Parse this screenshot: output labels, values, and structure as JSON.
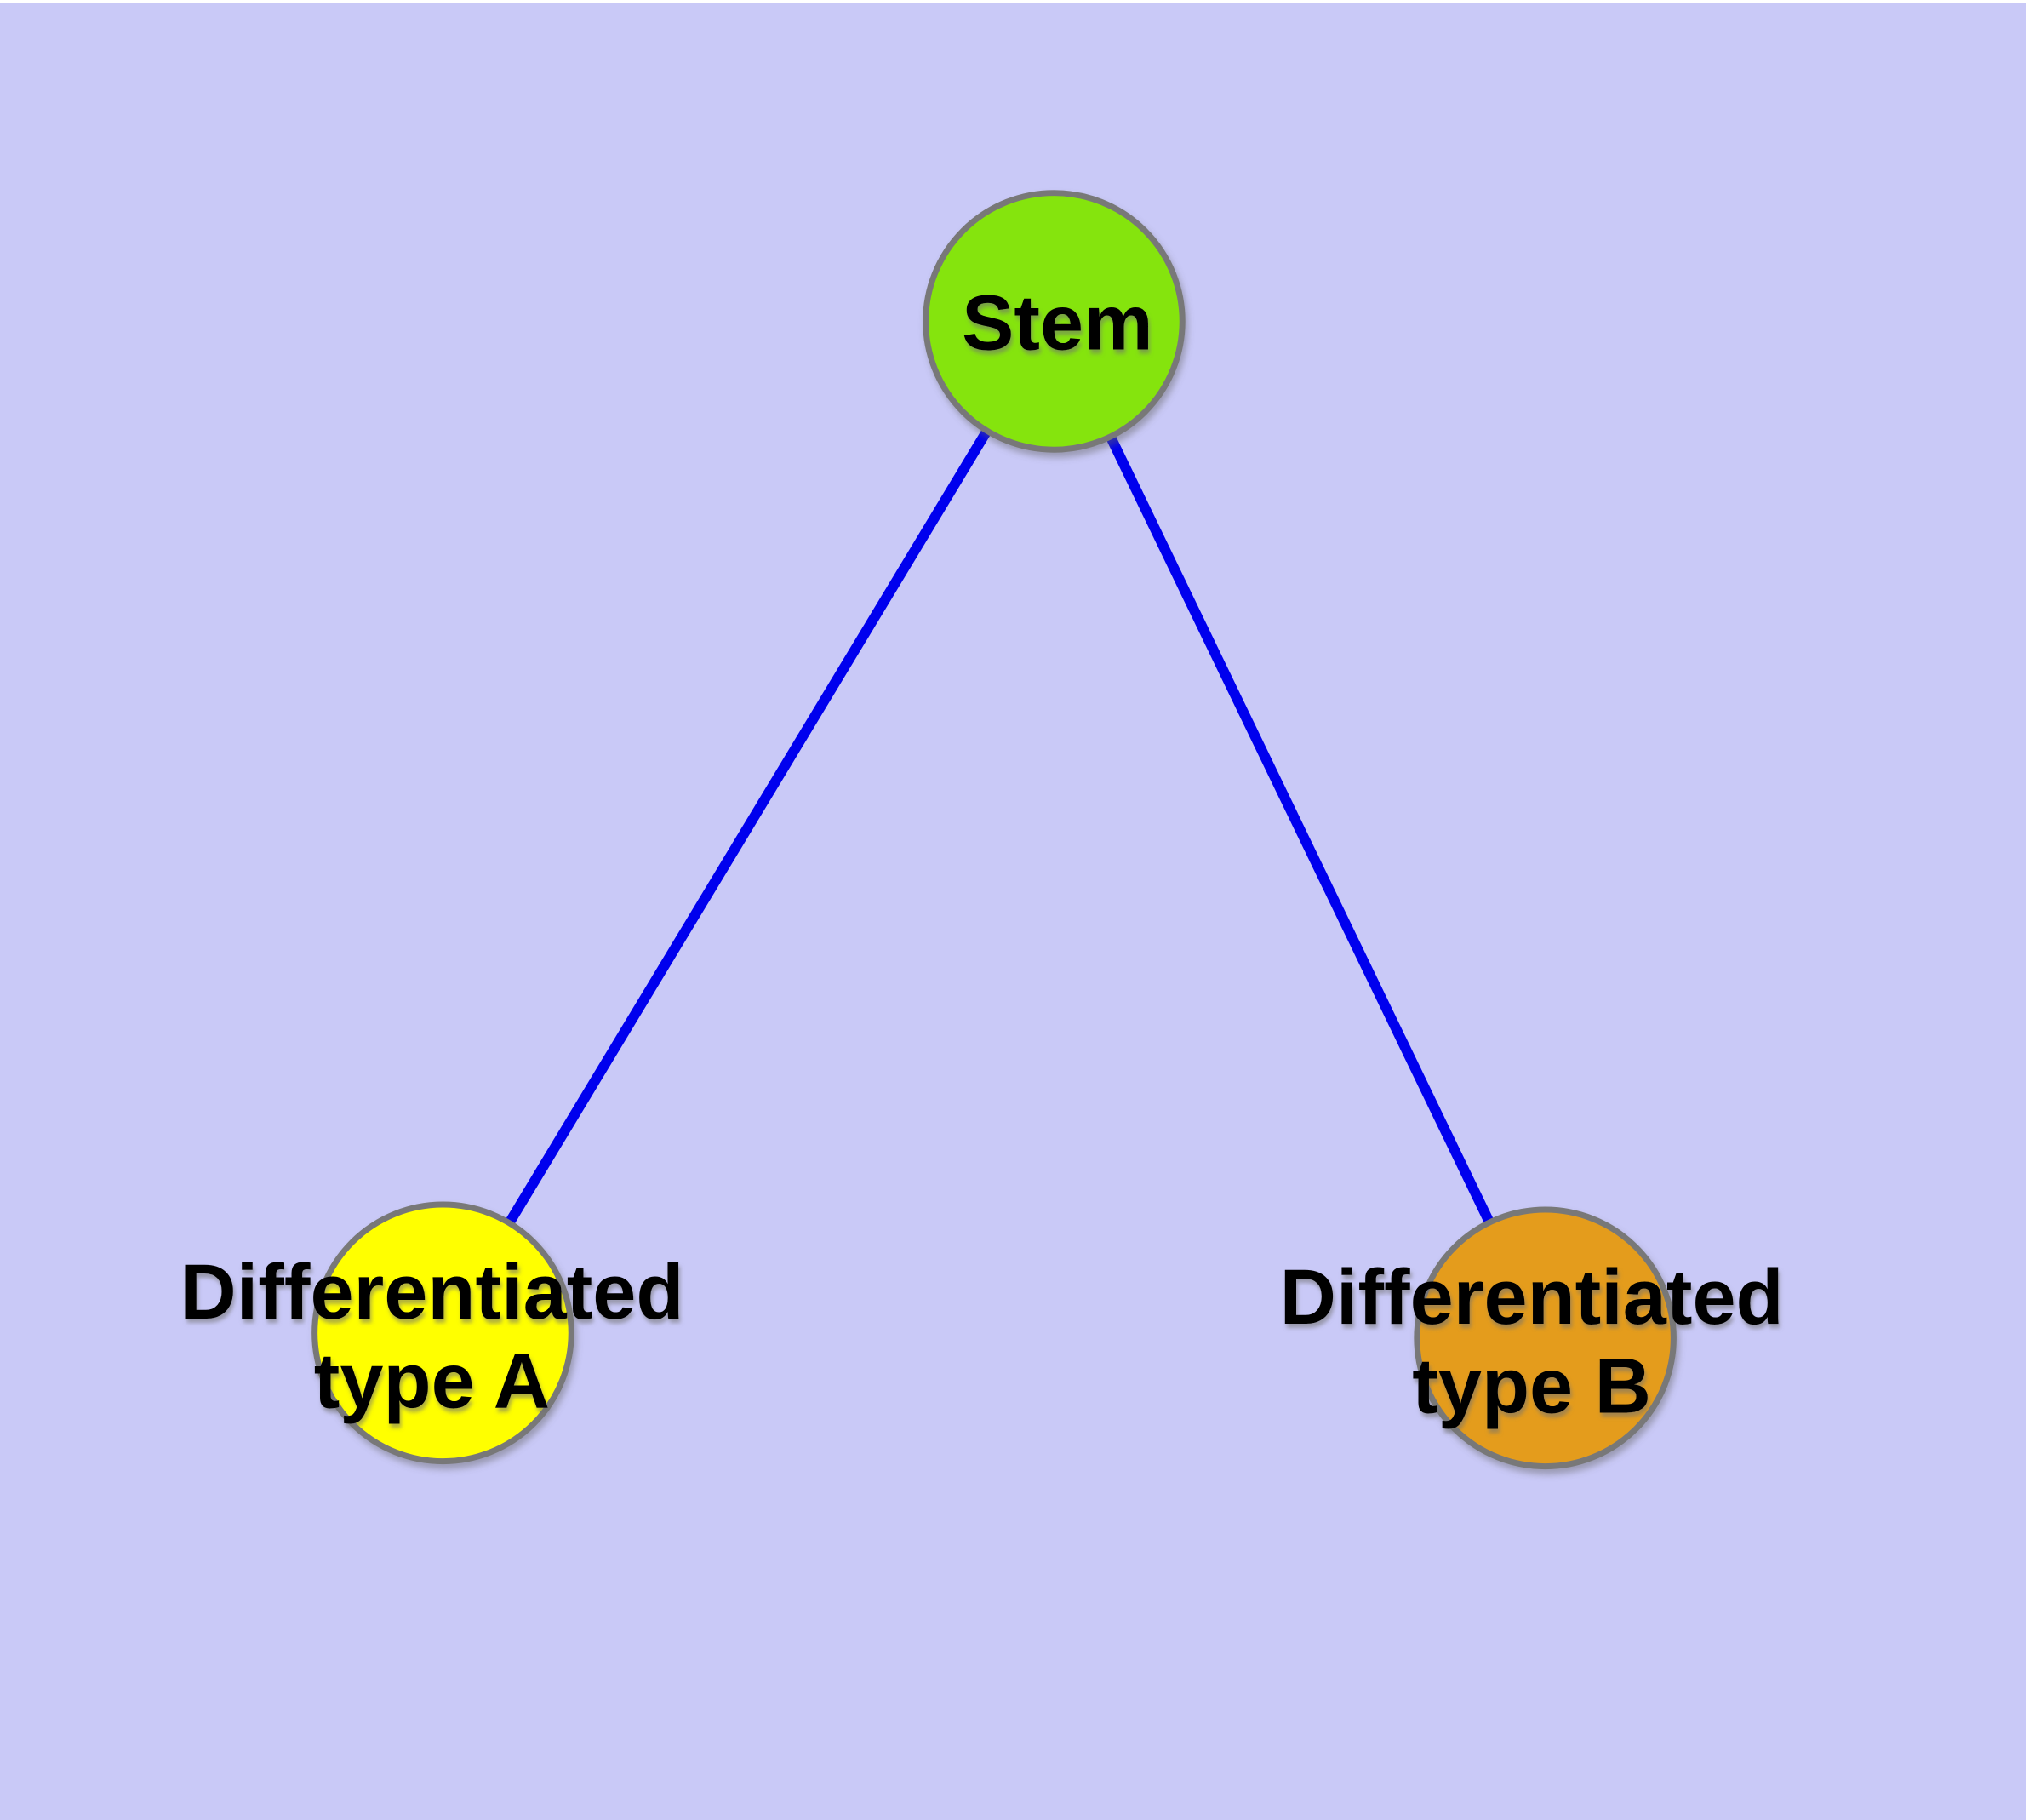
{
  "figure": {
    "background_color": "#C9C9F7",
    "edge_color": "#0000EE",
    "node_border_color": "#787878",
    "label_color": "#000000",
    "nodes": [
      {
        "id": "stem",
        "label": "Stem",
        "lines": [
          "Stem"
        ],
        "fill": "#85E40A"
      },
      {
        "id": "differentiated-type-a",
        "label": "Differentiated type A",
        "lines": [
          "Differentiated",
          "type A"
        ],
        "fill": "#FFFF00"
      },
      {
        "id": "differentiated-type-b",
        "label": "Differentiated type B",
        "lines": [
          "Differentiated",
          "type B"
        ],
        "fill": "#E49C1E"
      }
    ],
    "edges": [
      {
        "from": "Stem",
        "to": "Differentiated type A"
      },
      {
        "from": "Stem",
        "to": "Differentiated type B"
      }
    ]
  }
}
